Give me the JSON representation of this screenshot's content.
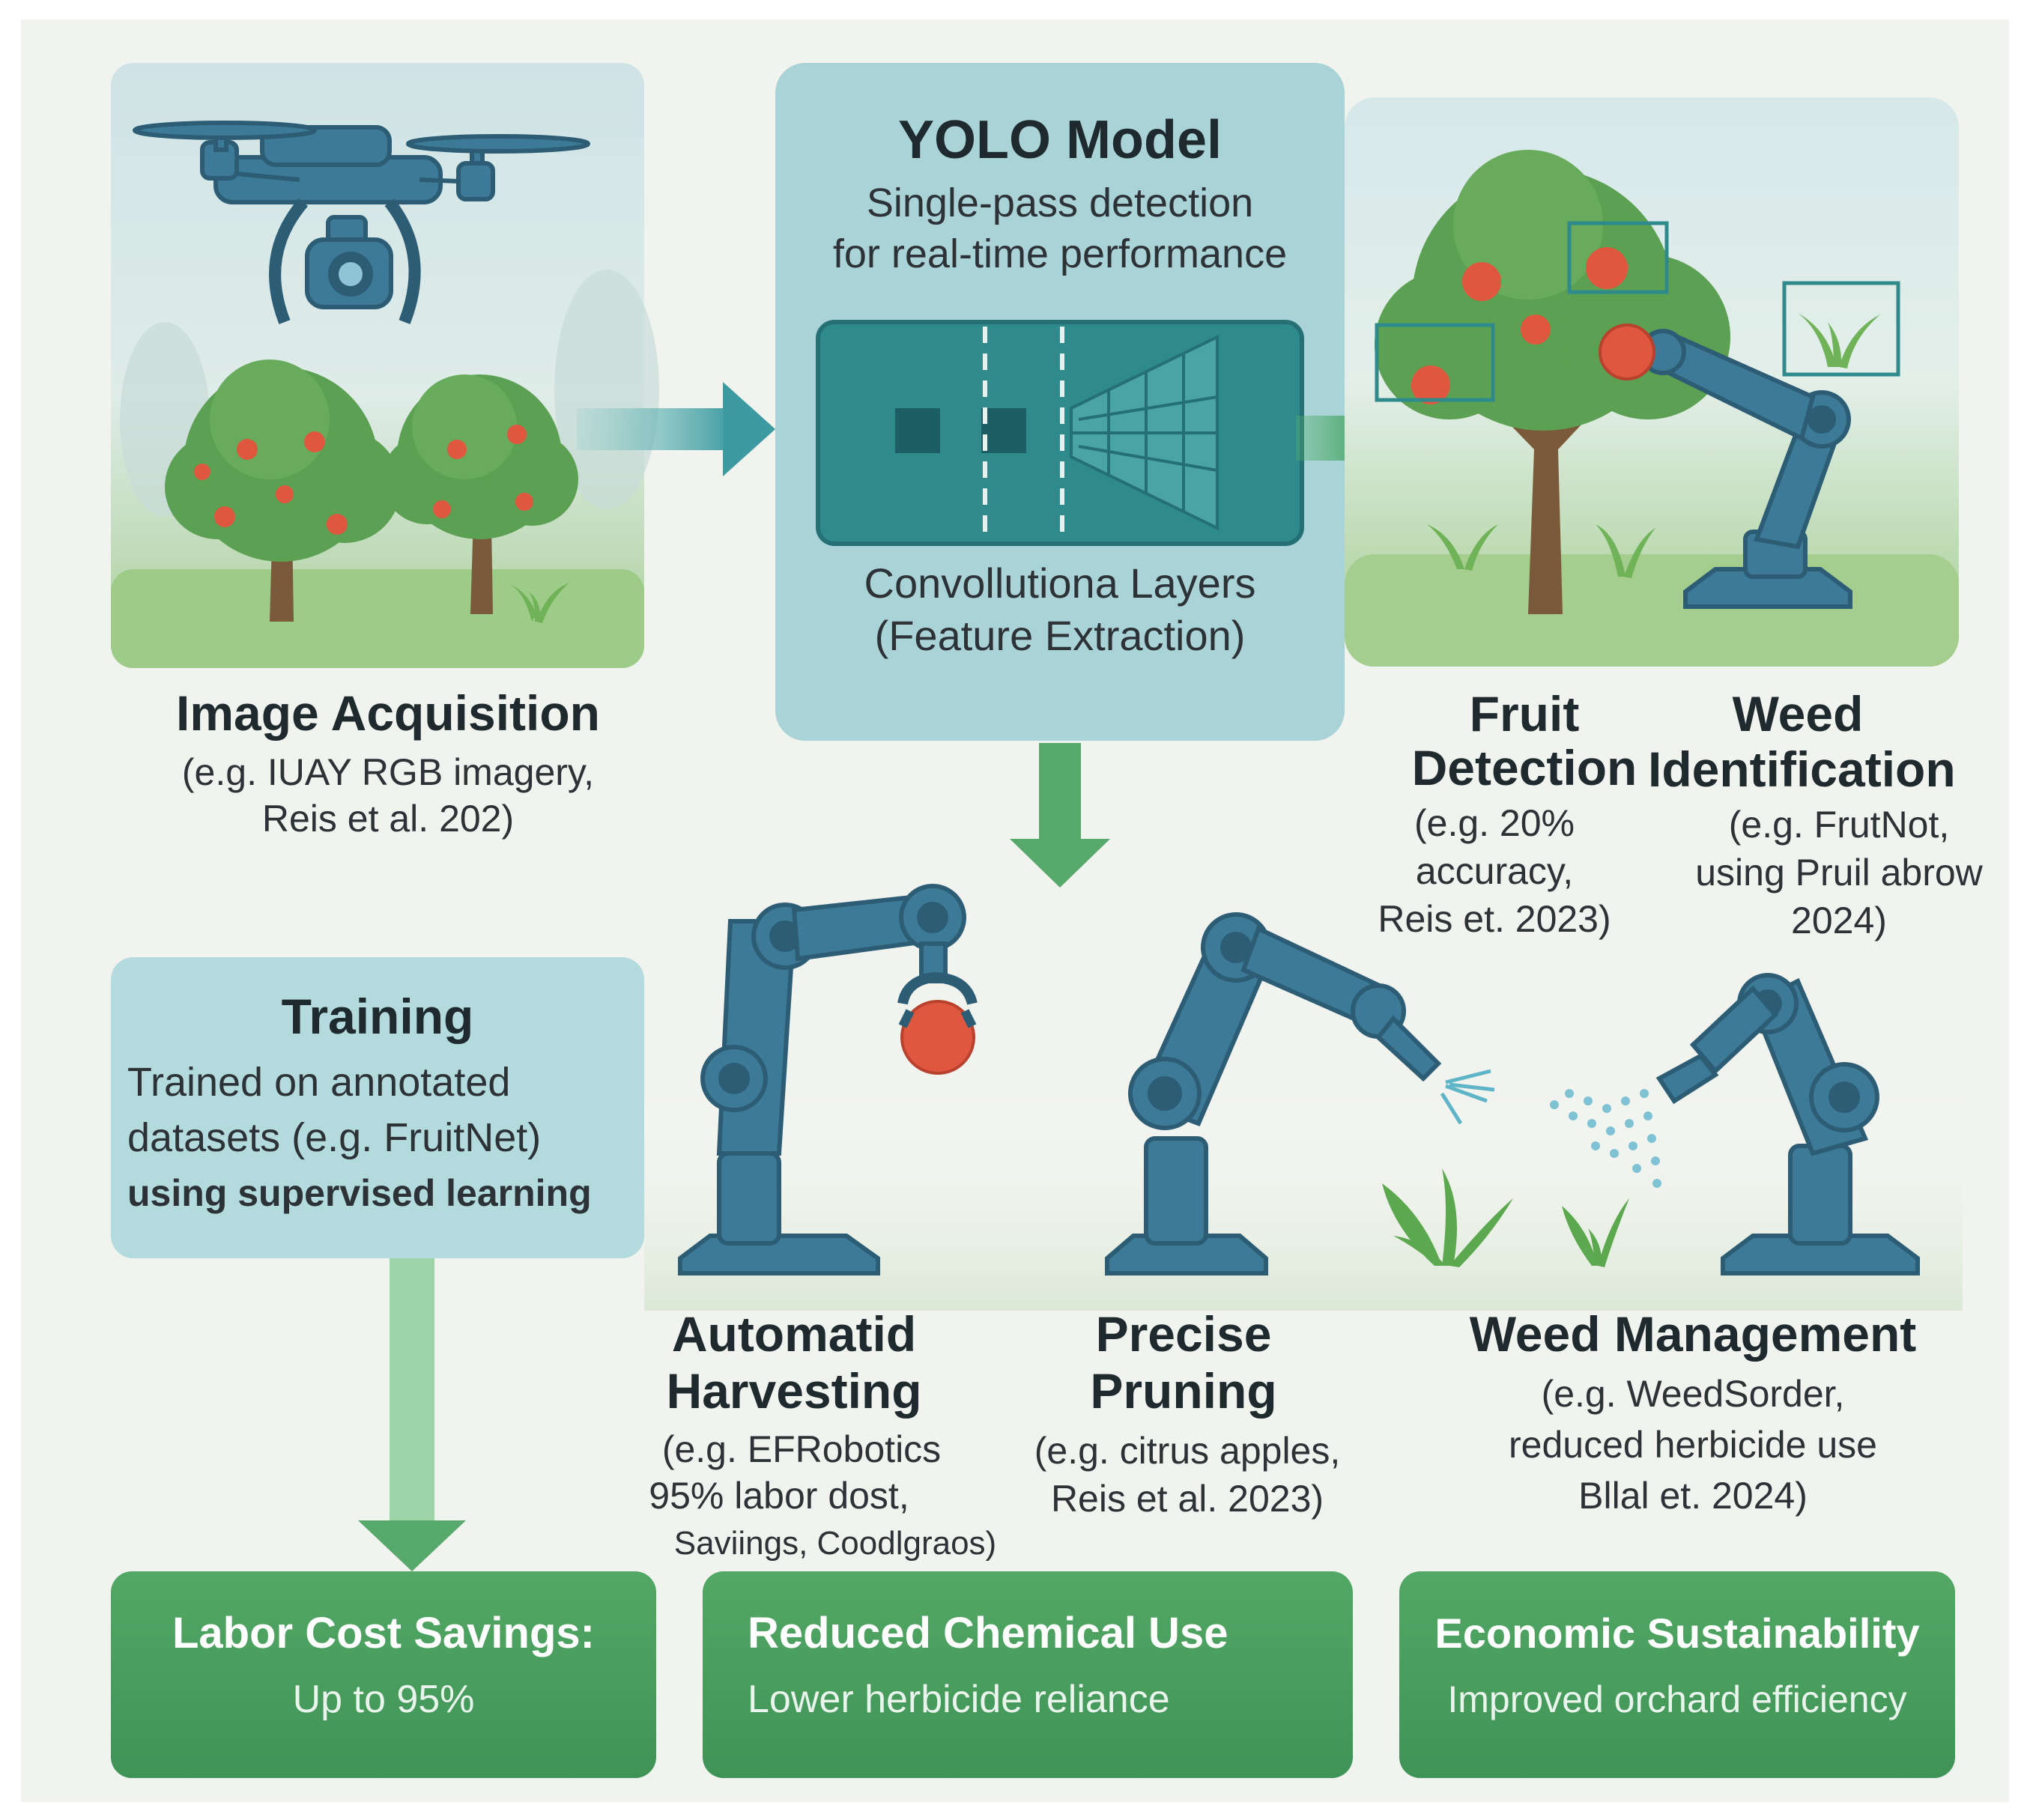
{
  "yolo": {
    "title": "YOLO Model",
    "subtitle_line1": "Single-pass detection",
    "subtitle_line2": "for real-time performance",
    "layers_line1": "Convollutiona Layers",
    "layers_line2": "(Feature Extraction)"
  },
  "acquisition": {
    "title": "Image Acquisition",
    "detail_line1": "(e.g. IUAY RGB imagery,",
    "detail_line2": "Reis et al. 202)"
  },
  "fruit_detection": {
    "title_line1": "Fruit",
    "title_line2": "Detection",
    "detail_line1": "(e.g. 20%",
    "detail_line2": "accuracy,",
    "detail_line3": "Reis et. 2023)"
  },
  "weed_identification": {
    "title_line1": "Weed",
    "title_line2": "Identification",
    "detail_line1": "(e.g. FrutNot,",
    "detail_line2": "using Pruil abrow",
    "detail_line3": "2024)"
  },
  "training": {
    "title": "Training",
    "line1": "Trained on annotated",
    "line2": "datasets (e.g. FruitNet)",
    "line3": "using supervised learning"
  },
  "harvesting": {
    "title_line1": "Automatid",
    "title_line2": "Harvesting",
    "detail_line1": "(e.g. EFRobotics",
    "detail_line2": "95% labor dost,",
    "detail_line3": "Saviings, Coodlgraos)"
  },
  "pruning": {
    "title_line1": "Precise",
    "title_line2": "Pruning",
    "detail_line1": "(e.g. citrus apples,",
    "detail_line2": "Reis et al. 2023)"
  },
  "weed_management": {
    "title": "Weed Management",
    "detail_line1": "(e.g. WeedSorder,",
    "detail_line2": "reduced herbicide use",
    "detail_line3": "Bllal et. 2024)"
  },
  "outcomes": [
    {
      "title": "Labor Cost Savings:",
      "subtitle": "Up to 95%"
    },
    {
      "title": "Reduced Chemical Use",
      "subtitle": "Lower herbicide reliance"
    },
    {
      "title": "Economic Sustainability",
      "subtitle": "Improved orchard efficiency"
    }
  ],
  "colors": {
    "robot_blue": "#3d7a98",
    "teal_panel": "#a9d3d7",
    "teal_dark": "#2f8a8c",
    "arrow_green": "#57a86b",
    "card_green": "#4a9d5f",
    "fruit_red": "#e0573f",
    "tree_green": "#5ca053"
  },
  "icons": [
    "drone-icon",
    "camera-icon",
    "tree-icon",
    "robot-arm-icon",
    "gripper-icon",
    "sprayer-icon",
    "weed-icon",
    "bounding-box-icon",
    "arrow-icon"
  ]
}
